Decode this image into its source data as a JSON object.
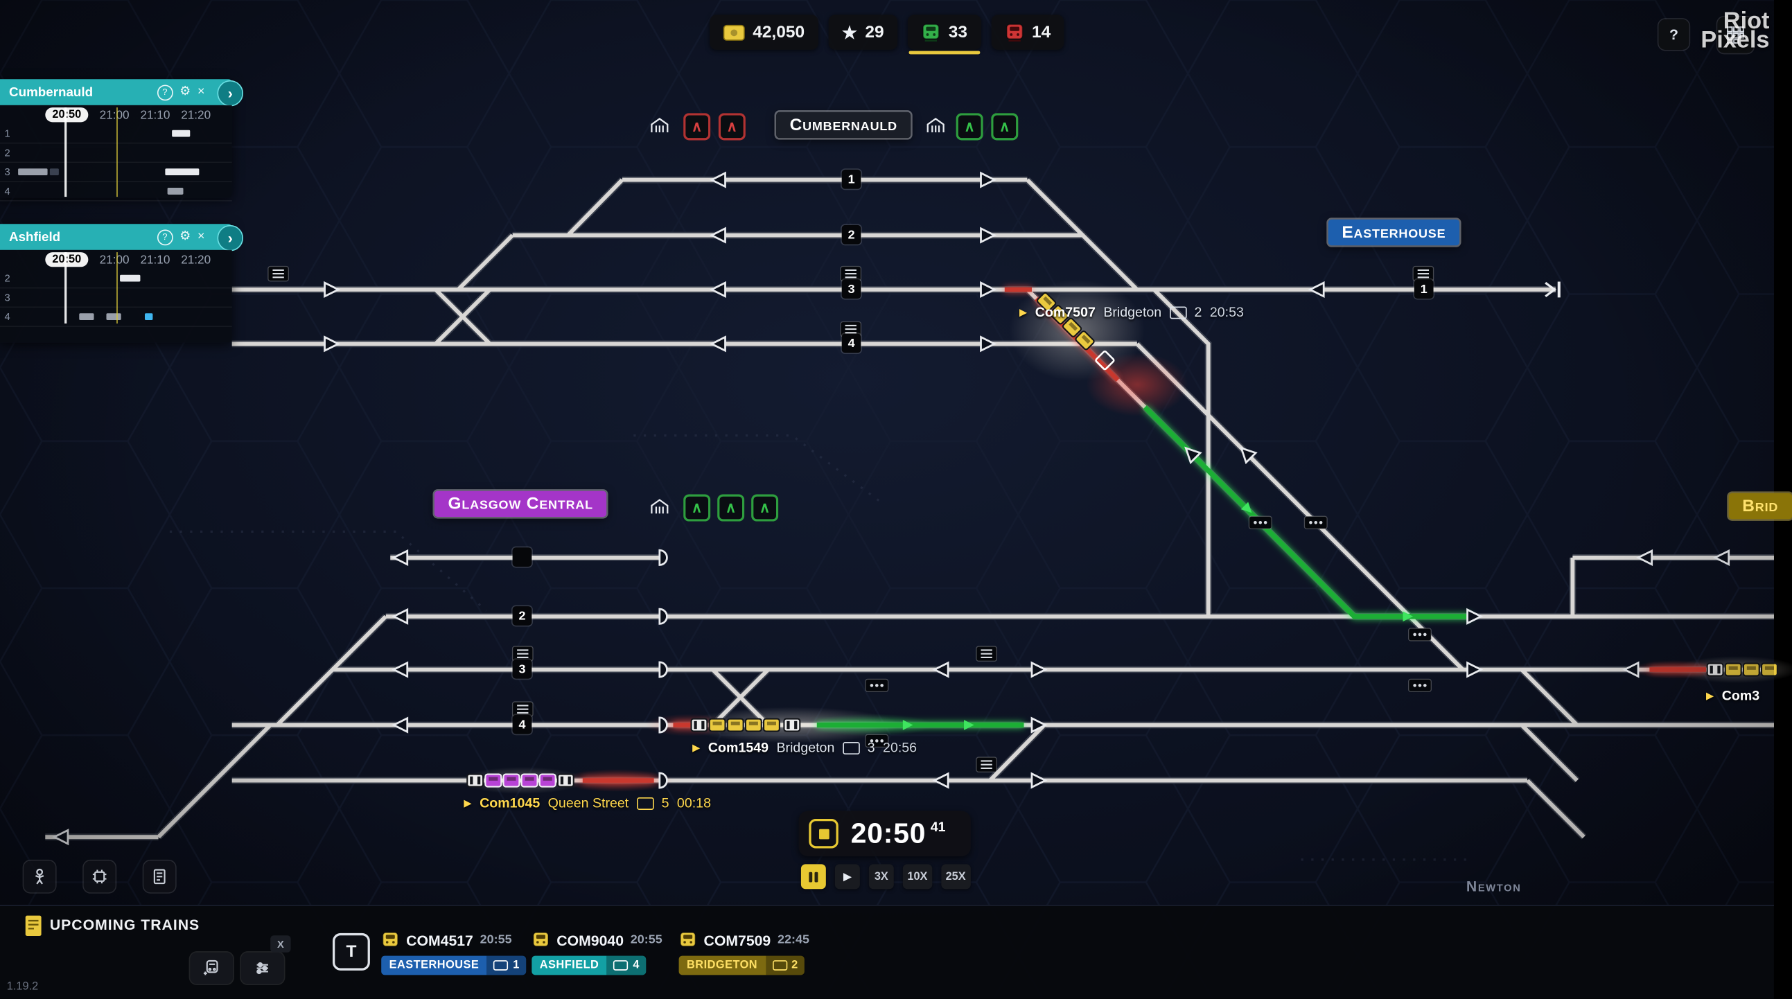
{
  "icons": {
    "play": "▶",
    "chevron_up": "∧",
    "gear": "⚙",
    "help": "?",
    "close": "×",
    "expand": "›",
    "star": "★"
  },
  "hud": {
    "money": "42,050",
    "stars": "29",
    "trains_ok": "33",
    "trains_alert": "14"
  },
  "watermark": {
    "line1": "Riot",
    "line2": "Pixels"
  },
  "timetable_panels": [
    {
      "title": "Cumbernauld",
      "current_time": "20:50",
      "ticks": [
        "21:00",
        "21:10",
        "21:20"
      ],
      "rows": [
        "1",
        "2",
        "3",
        "4"
      ]
    },
    {
      "title": "Ashfield",
      "current_time": "20:50",
      "ticks": [
        "21:00",
        "21:10",
        "21:20"
      ],
      "rows": [
        "2",
        "3",
        "4"
      ]
    }
  ],
  "map": {
    "stations": {
      "cumbernauld": {
        "name": "Cumbernauld",
        "platforms": [
          "1",
          "2",
          "3",
          "4"
        ]
      },
      "easterhouse": {
        "name": "Easterhouse",
        "platforms": [
          "1"
        ]
      },
      "glasgow": {
        "name": "Glasgow Central",
        "platforms": [
          "2",
          "3",
          "4"
        ]
      },
      "bridgeton_partial": {
        "name": "Brid"
      },
      "newton": {
        "name": "Newton"
      }
    },
    "train_labels": [
      {
        "id": "Com7507",
        "dest": "Bridgeton",
        "platform": "2",
        "time": "20:53"
      },
      {
        "id": "Com1549",
        "dest": "Bridgeton",
        "platform": "3",
        "time": "20:56"
      },
      {
        "id": "Com1045",
        "dest": "Queen Street",
        "platform": "5",
        "time": "00:18"
      },
      {
        "id": "Com3",
        "dest": "",
        "platform": "",
        "time": ""
      }
    ]
  },
  "clock": {
    "time": "20:50",
    "seconds": "41",
    "speeds": [
      "3X",
      "10X",
      "25X"
    ]
  },
  "upcoming": {
    "title": "UPCOMING TRAINS",
    "close_label": "X",
    "train_button": "T",
    "entries": [
      {
        "id": "COM4517",
        "time": "20:55",
        "dest": "EASTERHOUSE",
        "platform": "1",
        "color": "#1d5fae"
      },
      {
        "id": "COM9040",
        "time": "20:55",
        "dest": "ASHFIELD",
        "platform": "4",
        "color": "#13a0a4"
      },
      {
        "id": "COM7509",
        "time": "22:45",
        "dest": "BRIDGETON",
        "platform": "2",
        "color": "#7d6a10"
      }
    ]
  },
  "version": "1.19.2"
}
